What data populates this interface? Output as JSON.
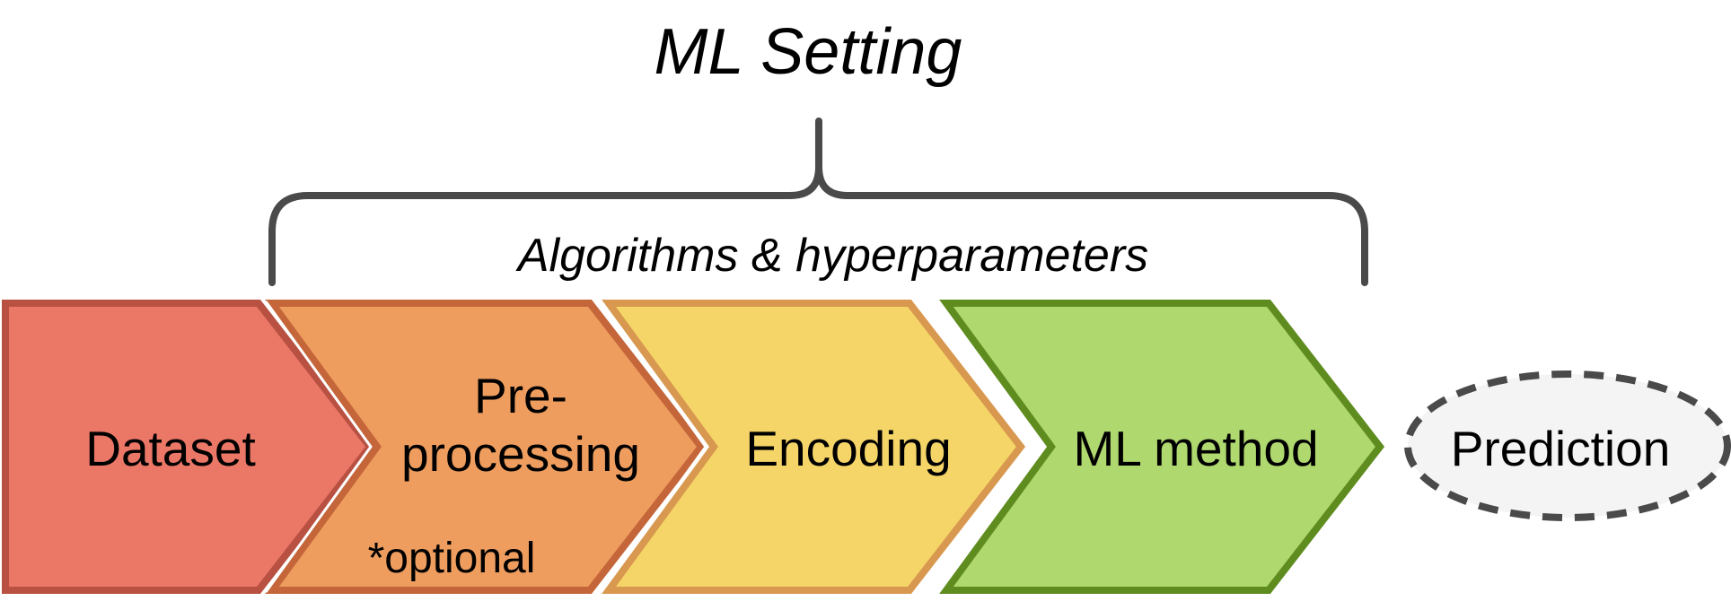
{
  "title": "ML Setting",
  "brace_label": "Algorithms & hyperparameters",
  "stages": [
    {
      "id": "dataset",
      "lines": [
        "Dataset"
      ],
      "fill": "#EB7767",
      "stroke": "#B85142"
    },
    {
      "id": "preprocessing",
      "lines": [
        "Pre-",
        "processing"
      ],
      "note": "*optional",
      "fill": "#EE9D5E",
      "stroke": "#C4663A"
    },
    {
      "id": "encoding",
      "lines": [
        "Encoding"
      ],
      "fill": "#F5D568",
      "stroke": "#D8984F"
    },
    {
      "id": "ml-method",
      "lines": [
        "ML method"
      ],
      "fill": "#AFD86F",
      "stroke": "#5F8C1F"
    }
  ],
  "output": {
    "label": "Prediction",
    "fill": "#F4F4F4",
    "stroke": "#4A4A4A"
  },
  "brace_color": "#4A4A4A"
}
